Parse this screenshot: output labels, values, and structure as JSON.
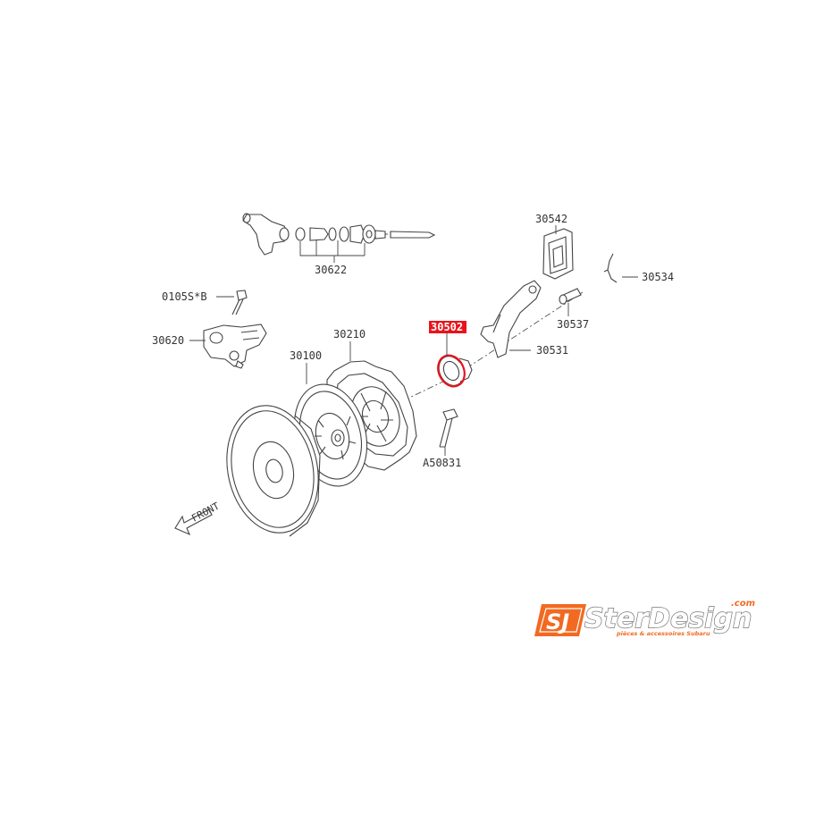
{
  "diagram": {
    "parts": {
      "master_cylinder": "30622",
      "bolt": "0105S*B",
      "operating_cylinder": "30620",
      "clutch_cover": "30210",
      "clutch_disc": "30100",
      "release_bearing": "30502",
      "release_fork": "30531",
      "fork_boot": "30542",
      "pivot": "30537",
      "clip": "30534",
      "cover_bolt": "A50831"
    },
    "front_label": "FRONT",
    "highlight_color": "#e8141c"
  },
  "logo": {
    "word": "SterDesign",
    "dot_com": ".com",
    "tagline": "pièces & accessoires Subaru",
    "brand_color": "#f26a21",
    "dark_color": "#444444"
  }
}
